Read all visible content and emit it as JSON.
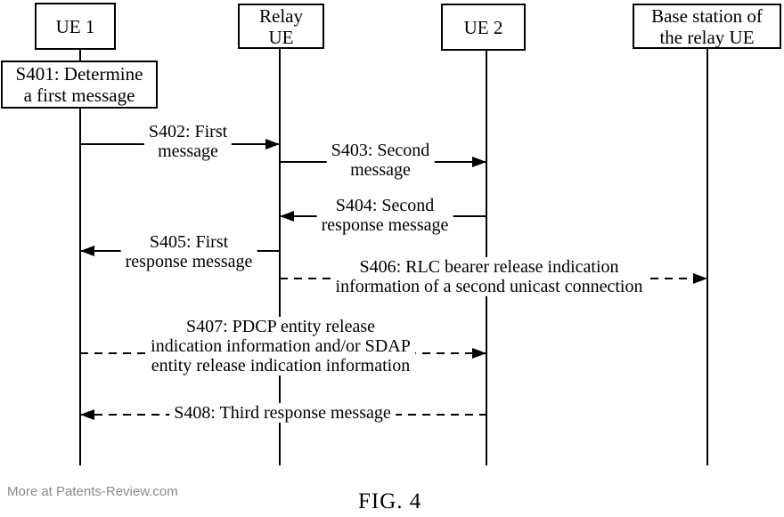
{
  "figure": {
    "label": "FIG. 4",
    "watermark": "More at Patents-Review.com"
  },
  "colors": {
    "line": "#000000",
    "background": "#ffffff",
    "watermark": "#8a8a8a"
  },
  "actors": [
    {
      "id": "ue1",
      "lines": [
        "UE 1"
      ]
    },
    {
      "id": "relay-ue",
      "lines": [
        "Relay",
        "UE"
      ]
    },
    {
      "id": "ue2",
      "lines": [
        "UE 2"
      ]
    },
    {
      "id": "base-station",
      "lines": [
        "Base station of",
        "the relay UE"
      ]
    }
  ],
  "note": {
    "id": "s401",
    "actor": "ue1",
    "lines": [
      "S401: Determine",
      "a first message"
    ]
  },
  "messages": [
    {
      "id": "s402",
      "from": "ue1",
      "to": "relay-ue",
      "style": "solid",
      "direction": "right",
      "lines": [
        "S402: First",
        "message"
      ]
    },
    {
      "id": "s403",
      "from": "relay-ue",
      "to": "ue2",
      "style": "solid",
      "direction": "right",
      "lines": [
        "S403: Second",
        "message"
      ]
    },
    {
      "id": "s404",
      "from": "ue2",
      "to": "relay-ue",
      "style": "solid",
      "direction": "left",
      "lines": [
        "S404: Second",
        "response message"
      ]
    },
    {
      "id": "s405",
      "from": "relay-ue",
      "to": "ue1",
      "style": "solid",
      "direction": "left",
      "lines": [
        "S405: First",
        "response message"
      ]
    },
    {
      "id": "s406",
      "from": "relay-ue",
      "to": "base-station",
      "style": "dashed",
      "direction": "right",
      "lines": [
        "S406: RLC bearer release indication",
        "information of a second unicast connection"
      ]
    },
    {
      "id": "s407",
      "from": "ue1",
      "to": "ue2",
      "style": "dashed",
      "direction": "right",
      "lines": [
        "S407: PDCP entity release",
        "indication information and/or SDAP",
        "entity release indication information"
      ]
    },
    {
      "id": "s408",
      "from": "ue2",
      "to": "ue1",
      "style": "dashed",
      "direction": "left",
      "lines": [
        "S408: Third response message"
      ]
    }
  ]
}
